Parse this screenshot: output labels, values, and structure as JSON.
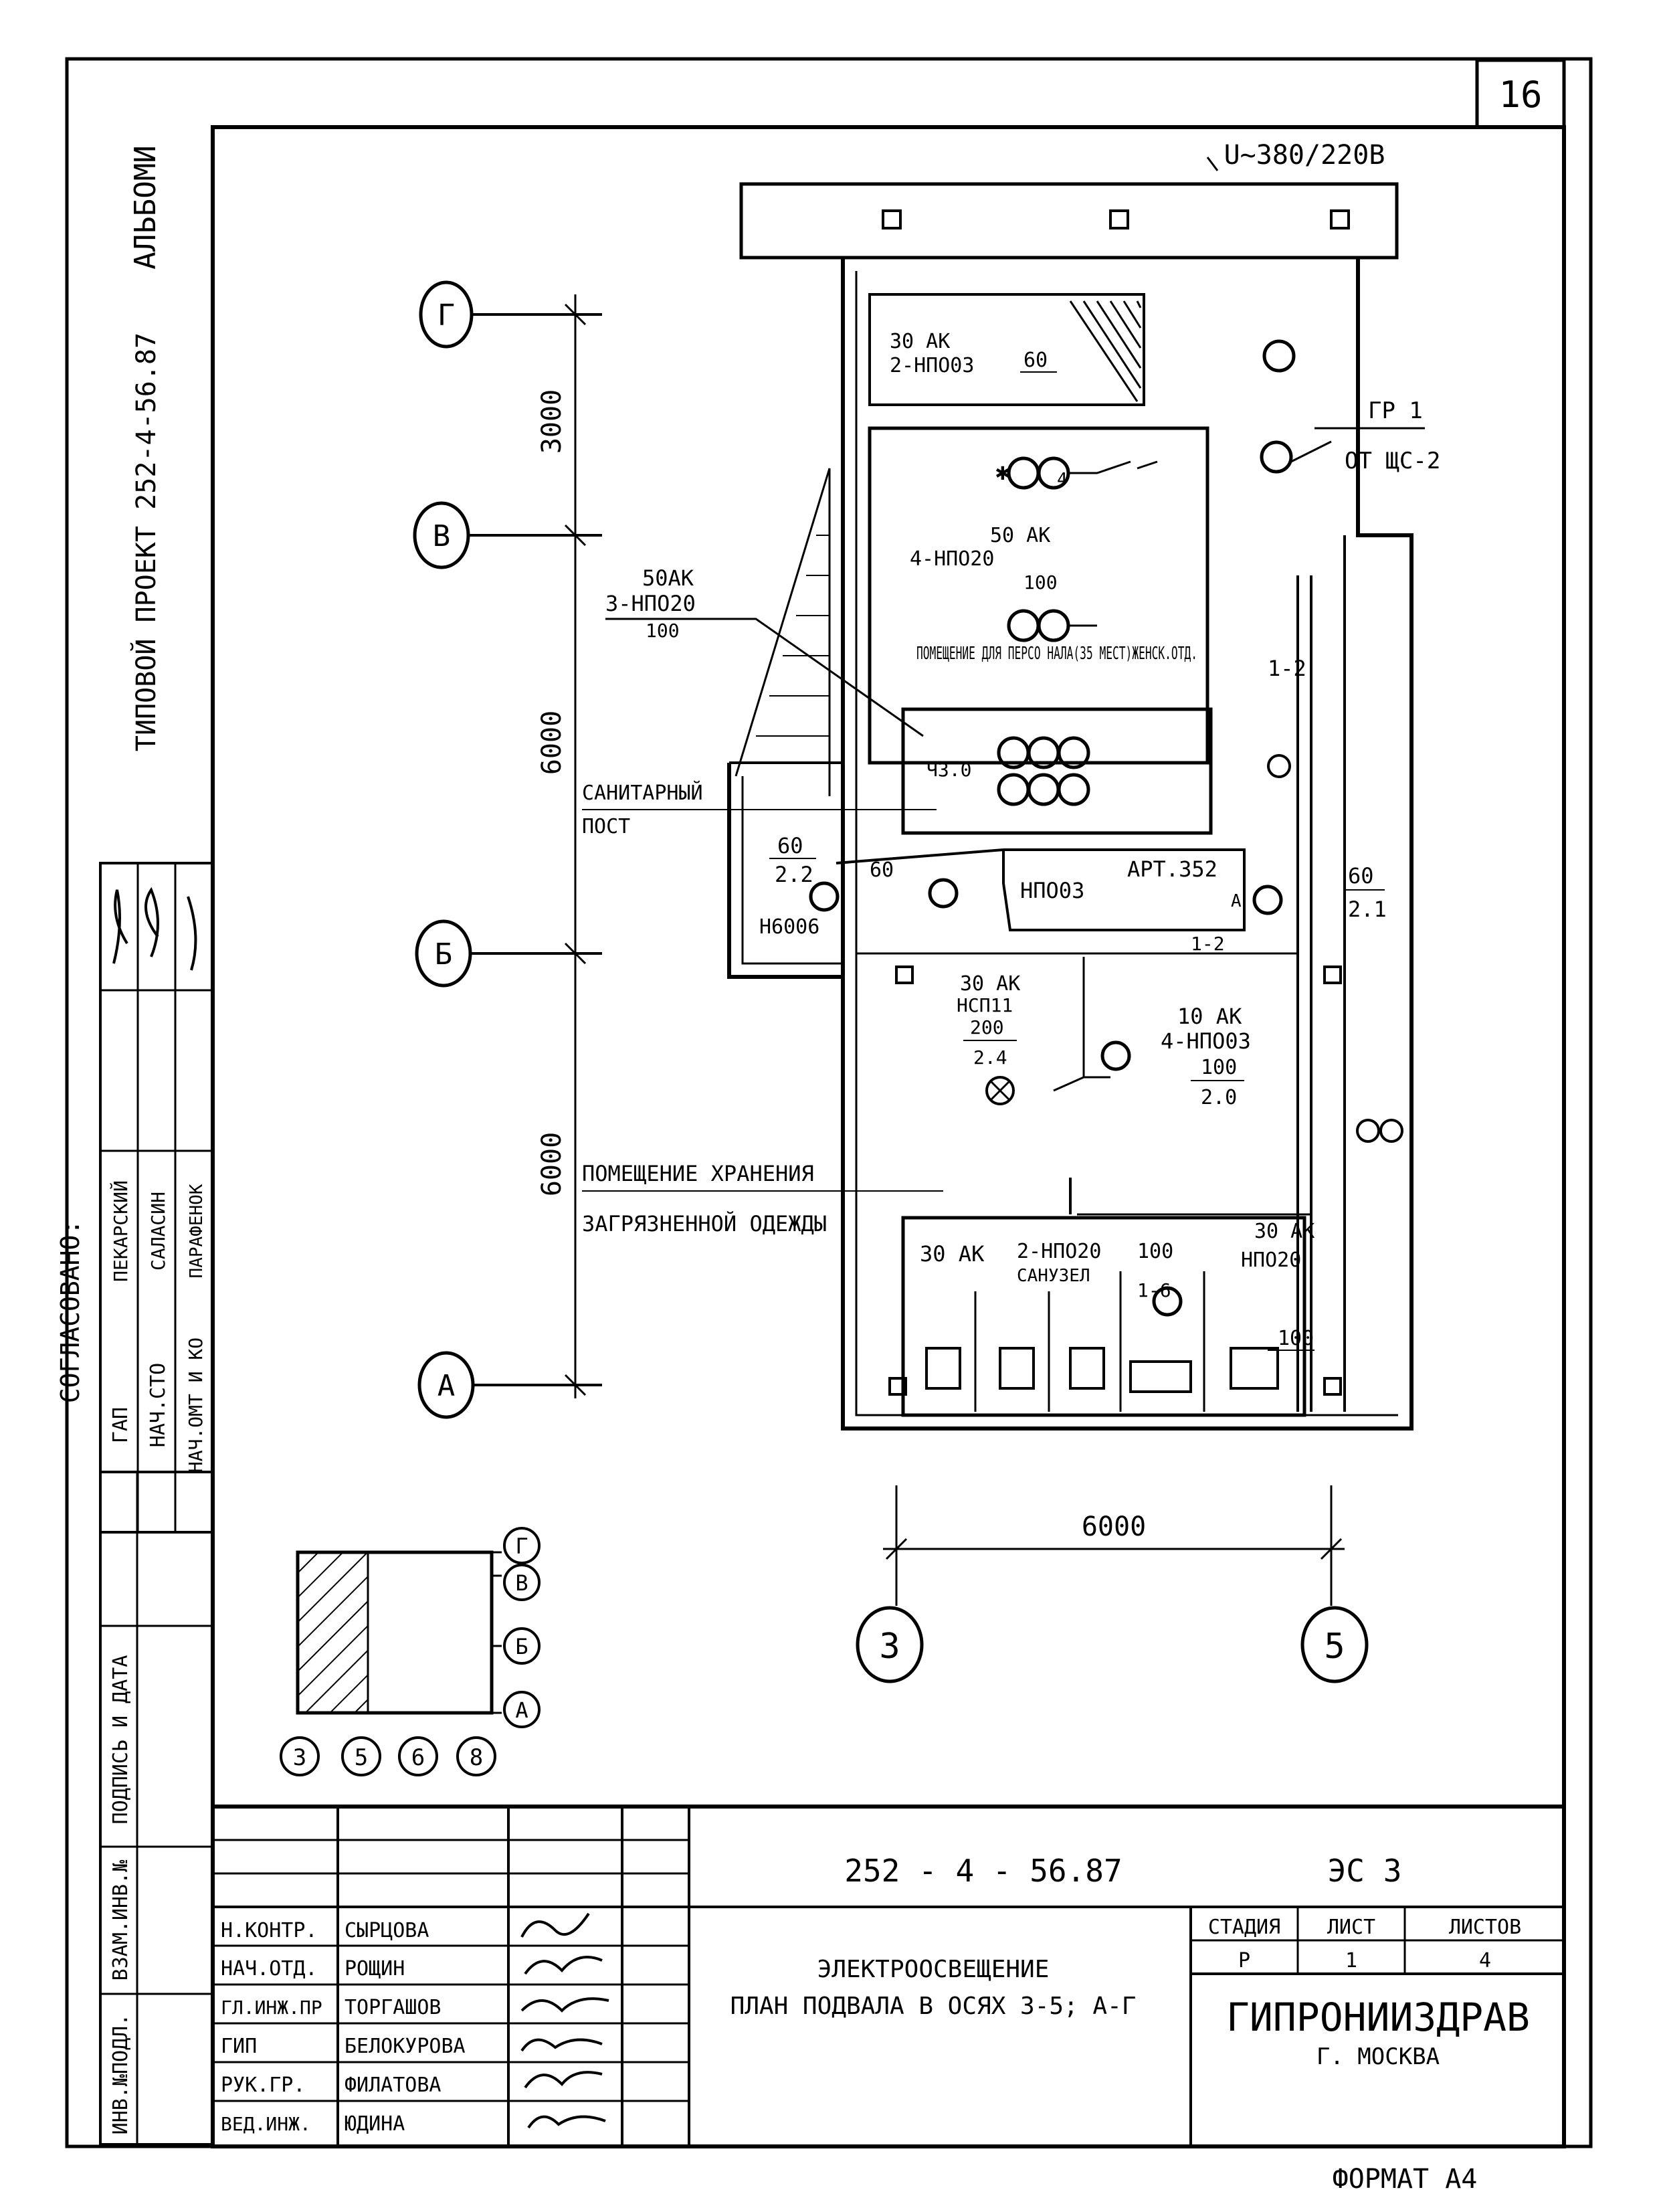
{
  "sheet_number": "16",
  "album_label": "АЛЬБОМИ",
  "project_label": "ТИПОВОЙ ПРОЕКТ   252-4-56.87",
  "voltage": "U~380/220В",
  "feeder": {
    "group": "ГР 1",
    "source": "ОТ ЩС-2"
  },
  "axes": {
    "rows": [
      {
        "id": "row-g",
        "label": "Г"
      },
      {
        "id": "row-v",
        "label": "В"
      },
      {
        "id": "row-b",
        "label": "Б"
      },
      {
        "id": "row-a",
        "label": "А"
      }
    ],
    "columns": [
      {
        "id": "col-3",
        "label": "3"
      },
      {
        "id": "col-5",
        "label": "5"
      }
    ],
    "row_dimensions": [
      "3000",
      "6000",
      "6000"
    ],
    "column_dimension": "6000"
  },
  "rooms": {
    "staff_room": "ПОМЕЩЕНИЕ ДЛЯ ПЕРСО НАЛА(35 МЕСТ)ЖЕНСК.ОТД.",
    "sanitary_post": [
      "САНИТАРНЫЙ",
      "ПОСТ"
    ],
    "storage": [
      "ПОМЕЩЕНИЕ ХРАНЕНИЯ",
      "ЗАГРЯЗНЕННОЙ ОДЕЖДЫ"
    ],
    "wc": "САНУЗЕЛ"
  },
  "fixture_labels": {
    "top_stair": [
      "30 АК",
      "2-НПО03",
      "60"
    ],
    "staff_room": [
      "50 АК",
      "4-НПО20",
      "100"
    ],
    "sanitary_leader": [
      "50АК",
      "3-НПО20",
      "100"
    ],
    "corridor_left": [
      "60",
      "2.2",
      "Н6006"
    ],
    "corridor_mid": [
      "60"
    ],
    "corridor_box": "НПО03",
    "art": "АРТ.352",
    "corridor_right": [
      "60",
      "2.1"
    ],
    "storage_a": [
      "30 АК",
      "НСП11",
      "200",
      "2.4"
    ],
    "storage_b": [
      "10 АК",
      "4-НПО03",
      "100",
      "2.0"
    ],
    "wc_left": "30 АК",
    "wc_mid": [
      "2-НПО20",
      "100"
    ],
    "wc_right": [
      "30 АК",
      "НПО20",
      "100"
    ],
    "cable_labels": [
      "1-2",
      "1-2",
      "1-6"
    ],
    "phase": "А",
    "hatch_tag": "4",
    "wall_mark": "ЧЗ.0"
  },
  "key_plan": {
    "row_labels": [
      "Г",
      "В",
      "Б",
      "А"
    ],
    "col_labels": [
      "3",
      "5",
      "6",
      "8"
    ]
  },
  "approval": {
    "title": "СОГЛАСОВАНО:",
    "rows": [
      {
        "role": "ГАП",
        "name": "ПЕКАРСКИЙ"
      },
      {
        "role": "НАЧ.СТО",
        "name": "САЛАСИН"
      },
      {
        "role": "НАЧ.ОМТ И КО",
        "name": "ПАРАФЕНОК"
      }
    ]
  },
  "side_stamp": [
    "ИНВ.№ПОДЛ.",
    "ПОДПИСЬ И ДАТА",
    "ВЗАМ.ИНВ.№"
  ],
  "title_block": {
    "code": "252 - 4 - 56.87",
    "set": "ЭС 3",
    "staff": [
      {
        "role": "Н.КОНТР.",
        "name": "СЫРЦОВА"
      },
      {
        "role": "НАЧ.ОТД.",
        "name": "РОЩИН"
      },
      {
        "role": "ГЛ.ИНЖ.ПР",
        "name": "ТОРГАШОВ"
      },
      {
        "role": "ГИП",
        "name": "БЕЛОКУРОВА"
      },
      {
        "role": "РУК.ГР.",
        "name": "ФИЛАТОВА"
      },
      {
        "role": "ВЕД.ИНЖ.",
        "name": "ЮДИНА"
      }
    ],
    "title_line1": "ЭЛЕКТРООСВЕЩЕНИЕ",
    "title_line2": "ПЛАН ПОДВАЛА В ОСЯХ 3-5; А-Г",
    "stage_head": "СТАДИЯ",
    "sheet_head": "ЛИСТ",
    "sheets_head": "ЛИСТОВ",
    "stage": "Р",
    "sheet": "1",
    "sheets": "4",
    "org": "ГИПРОНИИЗДРАВ",
    "city": "Г. МОСКВА",
    "format": "ФОРМАТ А4"
  }
}
